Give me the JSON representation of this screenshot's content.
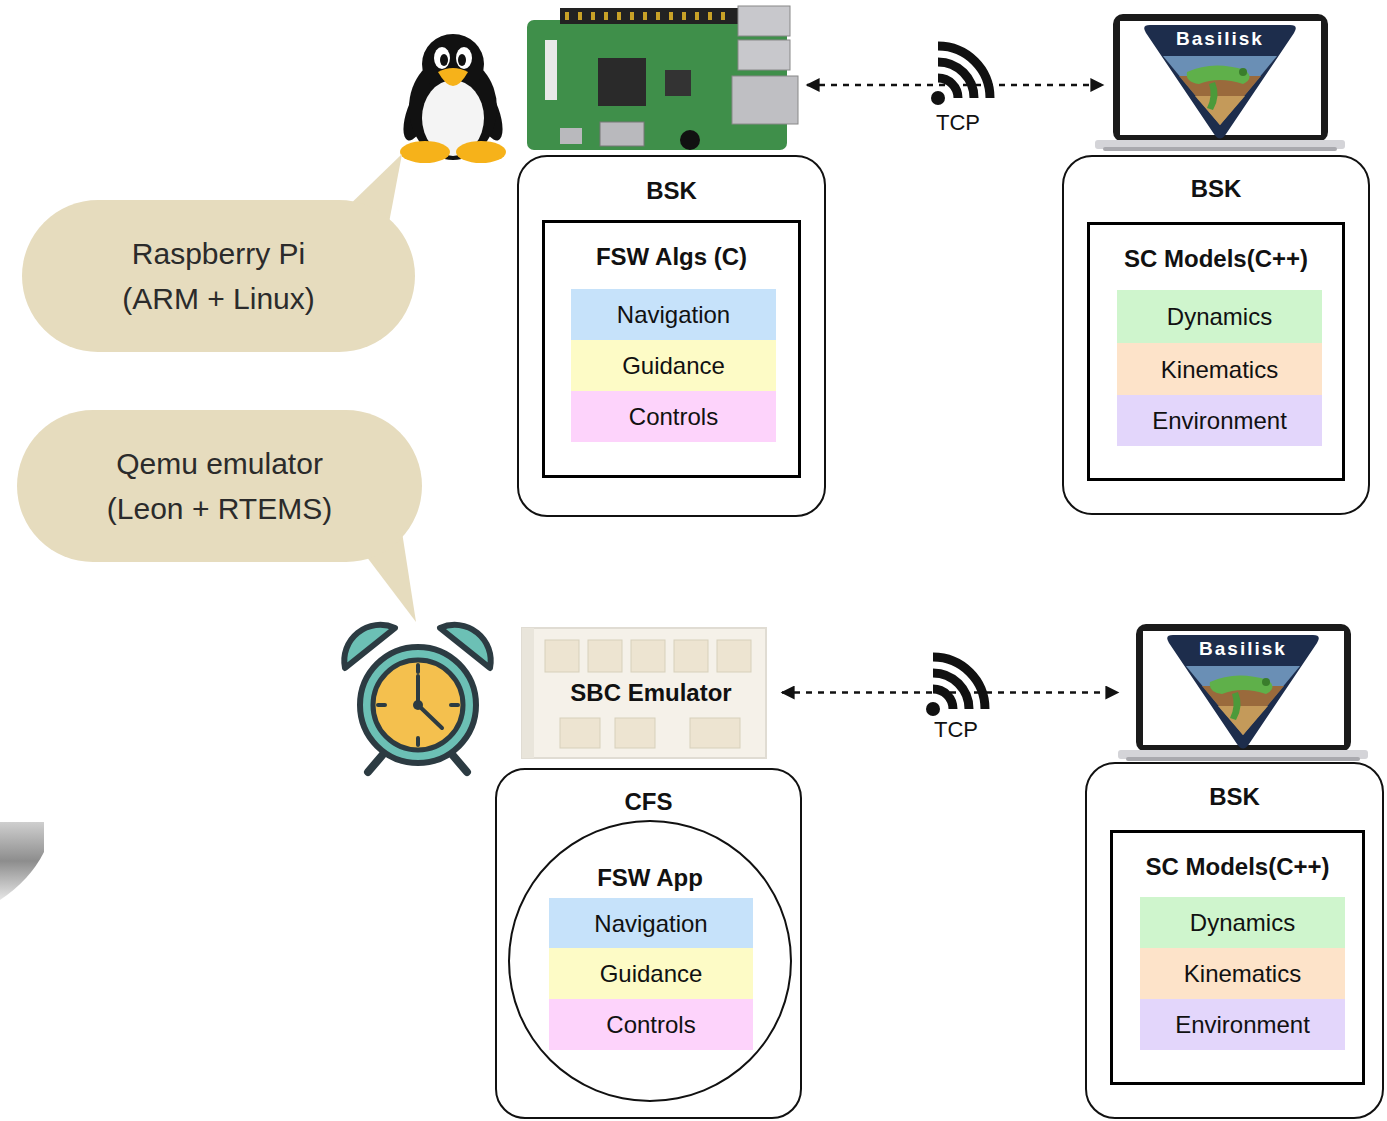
{
  "diagram": {
    "nodes": [
      {
        "text": [
          "Basilisk"
        ]
      },
      {
        "text": [
          "BSK"
        ]
      },
      {
        "text": [
          "FSW Algs (C)"
        ],
        "in": 1
      },
      {
        "text": [
          "Navigation"
        ],
        "in": 2
      },
      {
        "text": [
          "Guidance"
        ],
        "in": 2
      },
      {
        "text": [
          "Controls"
        ],
        "in": 2
      },
      {
        "text": [
          "BSK"
        ]
      },
      {
        "text": [
          "SC Models(C++)"
        ],
        "in": 6
      },
      {
        "text": [
          "Dynamics"
        ],
        "in": 7
      },
      {
        "text": [
          "Kinematics"
        ],
        "in": 7
      },
      {
        "text": [
          "Environment"
        ],
        "in": 7
      },
      {
        "text": [
          "Raspberry Pi (ARM + Linux)"
        ]
      },
      {
        "text": [
          "Qemu emulator (Leon + RTEMS)"
        ]
      },
      {
        "text": [
          "SBC Emulator"
        ]
      },
      {
        "text": [
          "Basilisk"
        ]
      },
      {
        "text": [
          "CFS"
        ]
      },
      {
        "text": [
          "FSW App"
        ],
        "in": 15
      },
      {
        "text": [
          "Navigation"
        ],
        "in": 16
      },
      {
        "text": [
          "Guidance"
        ],
        "in": 16
      },
      {
        "text": [
          "Controls"
        ],
        "in": 16
      },
      {
        "text": [
          "BSK"
        ]
      },
      {
        "text": [
          "SC Models(C++)"
        ],
        "in": 20
      },
      {
        "text": [
          "Dynamics"
        ],
        "in": 21
      },
      {
        "text": [
          "Kinematics"
        ],
        "in": 21
      },
      {
        "text": [
          "Environment"
        ],
        "in": 21
      }
    ],
    "edges": [
      {
        "from": 13,
        "to": 14,
        "label": "TCP",
        "arrow": "both"
      }
    ],
    "labels": [
      "TCP"
    ]
  }
}
